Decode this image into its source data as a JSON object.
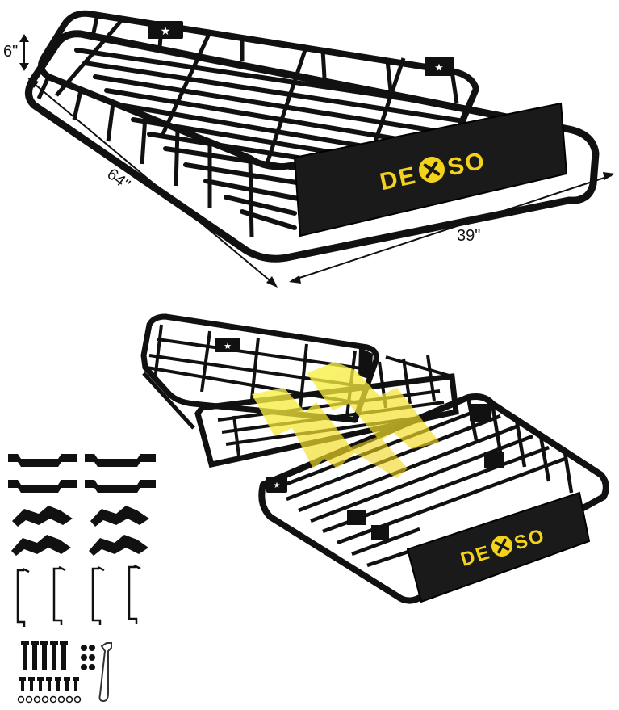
{
  "dimensions": {
    "height": "6\"",
    "length": "64\"",
    "width": "39\""
  },
  "brand": {
    "left": "DE",
    "right": "SO",
    "color": "#f2d21a",
    "mark_color": "#f2d21a"
  },
  "colors": {
    "rack": "#111111",
    "arrow": "#f6ee3a",
    "background": "#ffffff"
  }
}
